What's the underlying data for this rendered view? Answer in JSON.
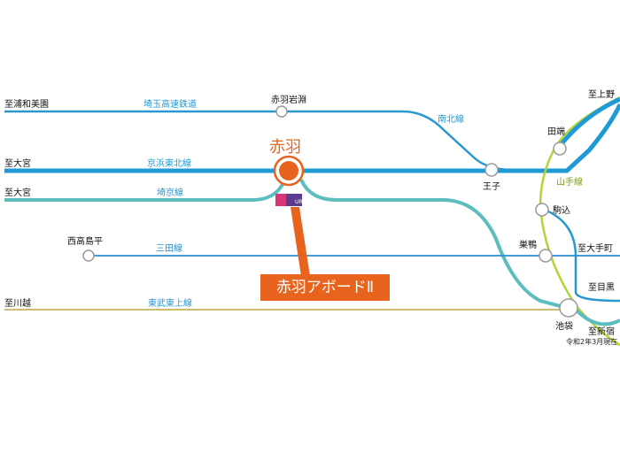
{
  "colors": {
    "saikyo_accent": "#5bbdbd",
    "blue_line": "#1e9bd7",
    "yamanote": "#b5d334",
    "tobu": "#c9b25b",
    "highlight": "#e8641e"
  },
  "station_highlight": {
    "name": "赤羽",
    "callout": "赤羽アボードⅡ",
    "ur_badge": "UR"
  },
  "lines": {
    "saitama_kosoku": "埼玉高速鉄道",
    "nanboku": "南北線",
    "keihin_tohoku": "京浜東北線",
    "saikyo": "埼京線",
    "yamanote": "山手線",
    "mita": "三田線",
    "tobu_tojo": "東武東上線"
  },
  "stations": {
    "akabane_iwabuchi": "赤羽岩淵",
    "oji": "王子",
    "tabata": "田端",
    "komagome": "駒込",
    "sugamo": "巣鴨",
    "ikebukuro": "池袋",
    "nishidaihira": "西高島平"
  },
  "directions": {
    "urawa_misono": "至浦和美園",
    "omiya_1": "至大宮",
    "omiya_2": "至大宮",
    "kawagoe": "至川越",
    "ueno": "至上野",
    "otemachi": "至大手町",
    "meguro": "至目黒",
    "shinjuku": "至新宿"
  },
  "note": "令和2年3月現在"
}
